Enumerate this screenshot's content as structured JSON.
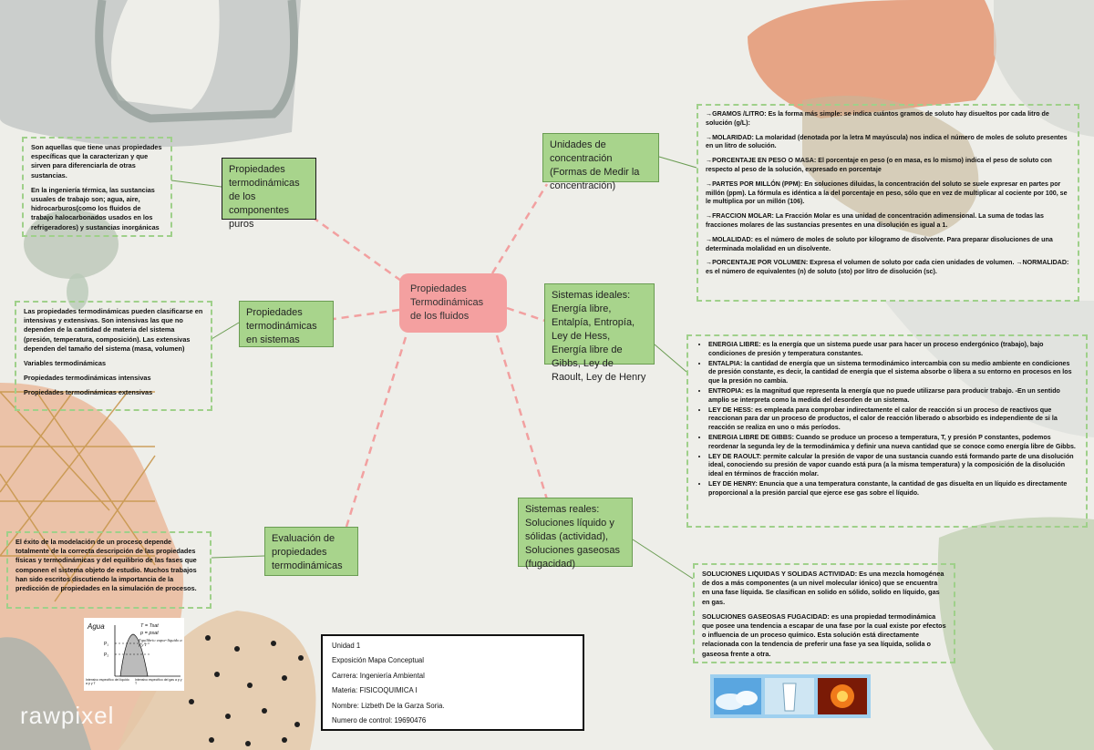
{
  "central": {
    "label": "Propiedades Termodinámicas de los fluidos"
  },
  "nodes": {
    "puros": {
      "label": "Propiedades termodinámicas de los componentes puros"
    },
    "sistemas": {
      "label": "Propiedades termodinámicas en sistemas"
    },
    "evaluacion": {
      "label": "Evaluación de propiedades termodinámicas"
    },
    "concentracion": {
      "label": "Unidades de concentración (Formas de Medir la concentración)"
    },
    "ideales": {
      "label": "Sistemas ideales: Energía libre, Entalpía, Entropía, Ley de Hess, Energía libre de Gibbs, Ley de Raoult, Ley de Henry"
    },
    "reales": {
      "label": "Sistemas reales: Soluciones líquido y sólidas (actividad), Soluciones gaseosas (fugacidad)"
    }
  },
  "details": {
    "puros": [
      "Son aquellas que tiene unas propiedades específicas que la caracterizan y que sirven para diferenciarla de otras sustancias.",
      "En la ingeniería térmica, las sustancias usuales de trabajo son; agua, aire, hidrocarburos(como los fluidos de trabajo halocarbonados usados en los refrigeradores) y sustancias inorgánicas"
    ],
    "sistemas": [
      "Las propiedades termodinámicas pueden clasificarse en intensivas y extensivas. Son intensivas las que no dependen de la cantidad de materia del sistema (presión, temperatura, composición). Las extensivas dependen del tamaño del sistema (masa, volumen)",
      "Variables termodinámicas",
      "Propiedades termodinámicas intensivas",
      "Propiedades termodinámicas extensivas"
    ],
    "evaluacion": [
      "El éxito de la modelación de un proceso depende totalmente de la correcta descripción de las propiedades físicas y termodinámicas y del equilibrio de las fases que componen el sistema objeto de estudio. Muchos trabajos han sido escritos discutiendo la importancia de la predicción de propiedades en la simulación de procesos."
    ],
    "concentracion": [
      "→GRAMOS /LITRO: Es la forma más simple: se indica cuántos gramos de soluto hay disueltos por cada litro de solución (g/L):",
      "→MOLARIDAD: La molaridad (denotada por la letra M mayúscula) nos indica el número de moles de soluto presentes en un litro de solución.",
      "→PORCENTAJE EN PESO O MASA: El porcentaje en peso (o en masa, es lo mismo) indica el peso de soluto con respecto al peso de la solución, expresado en porcentaje",
      "→PARTES POR MILLÓN (PPM): En soluciones diluidas, la concentración del soluto se suele expresar en partes por millón (ppm). La fórmula es idéntica a la del porcentaje en peso, sólo que en vez de multiplicar al cociente por 100, se le multiplica por un millón (106).",
      "→FRACCION MOLAR: La Fracción Molar es una unidad de concentración adimensional. La suma de todas las fracciones molares de las sustancias presentes en una disolución es igual a 1.",
      "→MOLALIDAD: es el número de moles de soluto por kilogramo de disolvente. Para preparar disoluciones de una determinada molalidad en un disolvente.",
      "→PORCENTAJE POR VOLUMEN: Expresa el volumen de soluto por cada cien unidades de volumen. →NORMALIDAD: es el número de equivalentes (n) de soluto (sto) por litro de disolución (sc)."
    ],
    "ideales": [
      "ENERGIA LIBRE: es la energía que un sistema puede usar para hacer un proceso endergónico (trabajo), bajo condiciones de presión y temperatura constantes.",
      "ENTALPIA: la cantidad de energía que un sistema termodinámico intercambia con su medio ambiente en condiciones de presión constante, es decir, la cantidad de energía que el sistema absorbe o libera a su entorno en procesos en los que la presión no cambia.",
      "ENTROPIA: es la magnitud que representa la energía que no puede utilizarse para producir trabajo. -En un sentido amplio se interpreta como la medida del desorden de un sistema.",
      "LEY DE HESS: es empleada para comprobar indirectamente el calor de reacción si un proceso de reactivos que reaccionan para dar un proceso de productos, el calor de reacción liberado o absorbido es independiente de si la reacción se realiza en uno o más períodos.",
      "ENERGIA LIBRE DE GIBBS: Cuando se produce un proceso a temperatura, T, y presión P constantes, podemos reordenar la segunda ley de la termodinámica y definir una nueva cantidad que se conoce como energía libre de Gibbs.",
      "LEY DE RAOULT: permite calcular la presión de vapor de una sustancia cuando está formando parte de una disolución ideal, conociendo su presión de vapor cuando está pura (a la misma temperatura) y la composición de la disolución ideal en términos de fracción molar.",
      "LEY DE HENRY: Enuncia que a una temperatura constante, la cantidad de gas disuelta en un líquido es directamente proporcional a la presión parcial que ejerce ese gas sobre el líquido."
    ],
    "reales": [
      "SOLUCIONES LIQUIDAS Y SOLIDAS ACTIVIDAD: Es una mezcla homogénea de dos a más componentes (a un nivel molecular iónico) que se encuentra en una fase líquida. Se clasifican en solido en sólido, solido en líquido, gas en gas.",
      "SOLUCIONES GASEOSAS FUGACIDAD: es una propiedad termodinámica que posee una tendencia a escapar de una fase por la cual existe por efectos o influencia de un proceso químico. Esta solución está directamente relacionada con la tendencia de preferir una fase ya sea líquida, solida o gaseosa frente a otra."
    ]
  },
  "info": {
    "unidad": "Unidad 1",
    "exposicion": "Exposición Mapa Conceptual",
    "carrera": "Carrera: Ingeniería Ambiental",
    "materia": "Materia: FISICOQUIMICA I",
    "nombre": "Nombre: Lizbeth De la Garza Soria.",
    "control": "Numero de control: 19690476"
  },
  "chart": {
    "title": "Agua",
    "legend_1": "T = Tsat",
    "legend_2": "p = psat",
    "legend_3": "Equilibrio vapor-líquido a p y T",
    "p1": "P₁",
    "p2": "P₂",
    "note_left": "Intensivo específico del líquido a p y T",
    "note_right": "Intensivo específico del gas a p y T"
  },
  "watermark": "rawpixel",
  "colors": {
    "node_green": "#a8d48c",
    "central_pink": "#f4a0a0",
    "dash_pink": "#f2a0a0",
    "detail_border": "#9fd08a"
  }
}
